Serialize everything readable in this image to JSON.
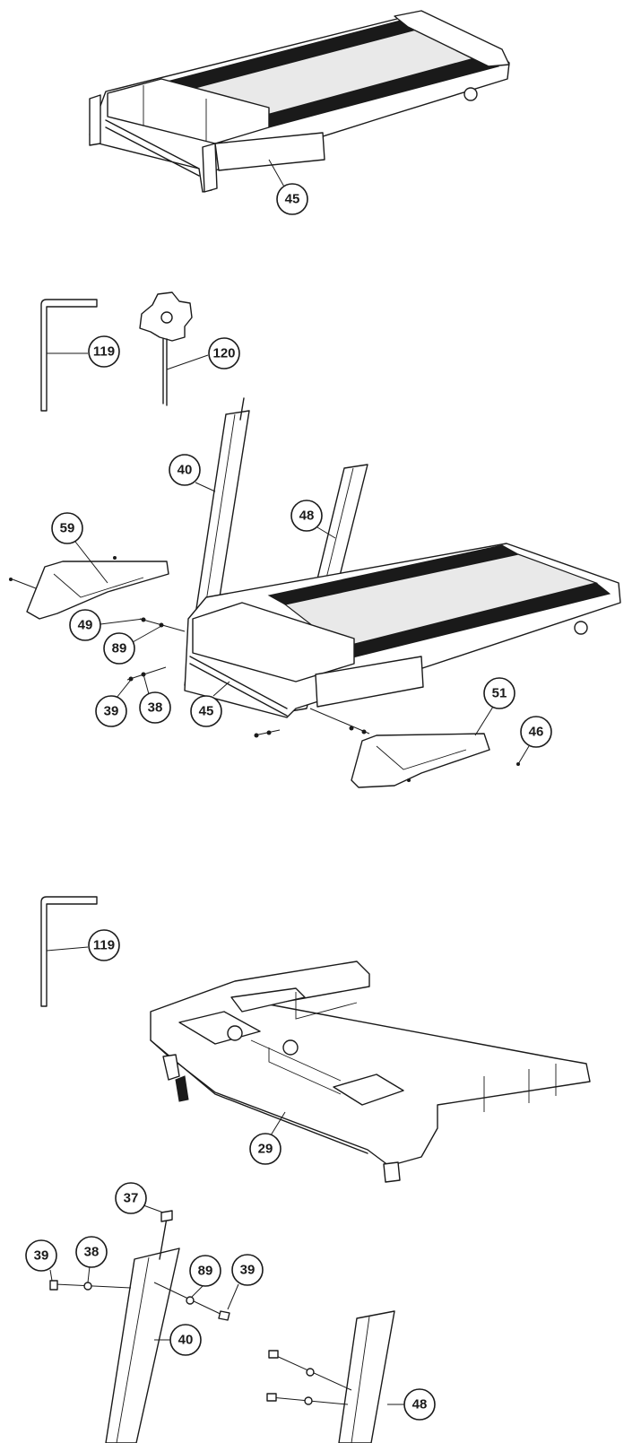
{
  "colors": {
    "line": "#1a1a1a",
    "background": "#ffffff",
    "belt": "#1a1a1a"
  },
  "steps": [
    {
      "id": "step1",
      "callouts": [
        {
          "label": "45"
        }
      ]
    },
    {
      "id": "step2",
      "callouts": [
        {
          "label": "119"
        },
        {
          "label": "120"
        },
        {
          "label": "40"
        },
        {
          "label": "48"
        },
        {
          "label": "59"
        },
        {
          "label": "49"
        },
        {
          "label": "89"
        },
        {
          "label": "39"
        },
        {
          "label": "38"
        },
        {
          "label": "45"
        },
        {
          "label": "51"
        },
        {
          "label": "46"
        }
      ]
    },
    {
      "id": "step3",
      "callouts": [
        {
          "label": "119"
        },
        {
          "label": "29"
        },
        {
          "label": "37"
        },
        {
          "label": "39"
        },
        {
          "label": "38"
        },
        {
          "label": "89"
        },
        {
          "label": "39"
        },
        {
          "label": "40"
        },
        {
          "label": "48"
        }
      ]
    }
  ]
}
